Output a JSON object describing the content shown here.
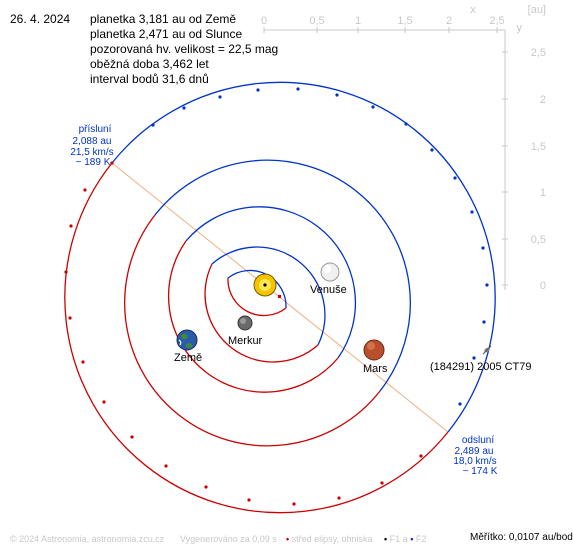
{
  "header": {
    "date": "26. 4. 2024",
    "lines": [
      "planetka 3,181 au od Země",
      "planetka 2,471 au od Slunce",
      "pozorovaná hv. velikost = 22,5 mag",
      "oběžná doba 3,462 let",
      "interval bodů 31,6 dnů"
    ]
  },
  "axes": {
    "unit": "[au]",
    "x_label": "x",
    "y_label": "y",
    "x_ticks": [
      "0",
      "0,5",
      "1",
      "1,5",
      "2",
      "2,5"
    ],
    "y_ticks": [
      "2,5",
      "2",
      "1,5",
      "1",
      "0,5",
      "0"
    ]
  },
  "bodies": {
    "sun": "",
    "venus": "Venuše",
    "mercury": "Merkur",
    "earth": "Země",
    "mars": "Mars",
    "asteroid": "(184291) 2005 CT79"
  },
  "perihelion": {
    "title": "přísluní",
    "dist": "2,088 au",
    "speed": "21,5 km/s",
    "temp": "~ 189 K"
  },
  "aphelion": {
    "title": "odsluní",
    "dist": "2,489 au",
    "speed": "18,0 km/s",
    "temp": "~ 174 K"
  },
  "footer": {
    "copyright": "© 2024 Astronomia, astronomia.zcu.cz",
    "generated": "Vygenerováno za 0,09 s",
    "legend_center": "střed elipsy, ohniska",
    "legend_f1": "F1 a",
    "legend_f2": "F2",
    "scale": "Měřítko: 0,0107 au/bod"
  },
  "colors": {
    "near_half": "#cc0000",
    "far_half": "#0033cc",
    "apsis_line": "#f0b080",
    "axis": "#c8c8c8",
    "label_blue": "#0033cc"
  }
}
